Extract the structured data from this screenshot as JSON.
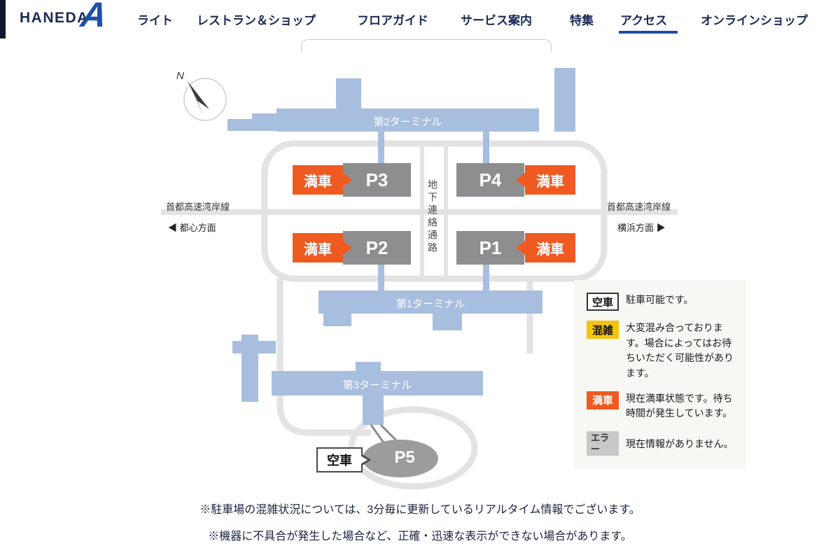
{
  "header": {
    "logo_text": "HANEDA",
    "logo_mark": "A",
    "nav": [
      {
        "label": "ライト",
        "active": false
      },
      {
        "label": "レストラン＆ショップ",
        "active": false
      },
      {
        "label": "フロアガイド",
        "active": false
      },
      {
        "label": "サービス案内",
        "active": false
      },
      {
        "label": "特集",
        "active": false
      },
      {
        "label": "アクセス",
        "active": true
      },
      {
        "label": "オンラインショップ",
        "active": false
      }
    ]
  },
  "map": {
    "compass_label": "N",
    "terminals": {
      "t2": "第2ターミナル",
      "t1": "第1ターミナル",
      "t3": "第3ターミナル"
    },
    "passage_label": "地下連絡通路",
    "highway": {
      "left_name": "首都高速湾岸線",
      "left_direction": "◀ 都心方面",
      "right_name": "首都高速湾岸線",
      "right_direction": "横浜方面 ▶"
    },
    "parking": {
      "p3": {
        "label": "P3",
        "status": "満車"
      },
      "p4": {
        "label": "P4",
        "status": "満車"
      },
      "p2": {
        "label": "P2",
        "status": "満車"
      },
      "p1": {
        "label": "P1",
        "status": "満車"
      },
      "p5": {
        "label": "P5",
        "status": "空車"
      }
    }
  },
  "legend": {
    "items": [
      {
        "badge": "空車",
        "text": "駐車可能です。"
      },
      {
        "badge": "混雑",
        "text": "大変混み合っております。場合によってはお待ちいただく可能性があります。"
      },
      {
        "badge": "満車",
        "text": "現在満車状態です。待ち時間が発生しています。"
      },
      {
        "badge": "エラー",
        "text": "現在情報がありません。"
      }
    ]
  },
  "notes": [
    "※駐車場の混雑状況については、3分毎に更新しているリアルタイム情報でございます。",
    "※機器に不具合が発生した場合など、正確・迅速な表示ができない場合があります。"
  ],
  "colors": {
    "navy": "#1c2a55",
    "accent_blue": "#1d50a5",
    "terminal_blue": "#a7bedf",
    "road_gray": "#e3e3e5",
    "parking_gray": "#8e8e90",
    "full_orange": "#ef5a21",
    "busy_yellow": "#f5c40e",
    "error_gray": "#c8c8c8",
    "legend_bg": "#f7f7f3"
  }
}
